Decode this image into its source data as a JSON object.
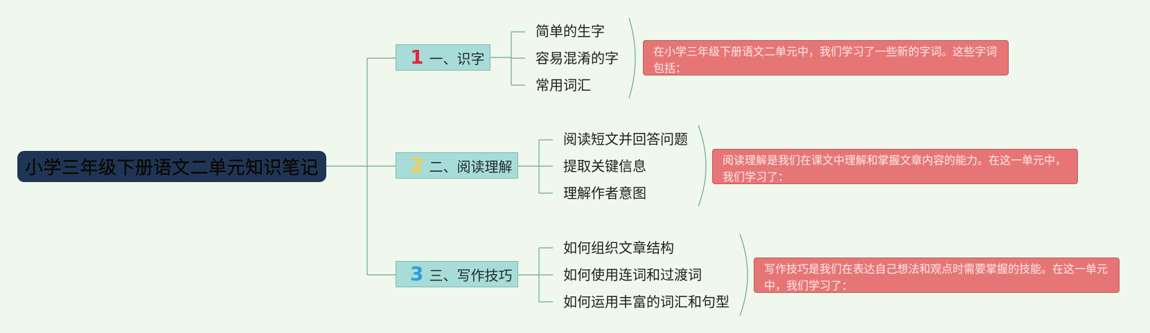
{
  "colors": {
    "background": "#f0f7ec",
    "root_fill": "#1f3556",
    "branch_fill": "#a8dcd8",
    "note_fill": "#e67676",
    "connector": "#6aa88f",
    "num1": "#e0283a",
    "num2": "#f2cf4a",
    "num3": "#2b9de0"
  },
  "root": {
    "title": "小学三年级下册语文二单元知识笔记"
  },
  "branches": [
    {
      "number": "1",
      "label": "一、识字",
      "items": [
        "简单的生字",
        "容易混淆的字",
        "常用词汇"
      ],
      "note": "在小学三年级下册语文二单元中，我们学习了一些新的字词。这些字词包括："
    },
    {
      "number": "2",
      "label": "二、阅读理解",
      "items": [
        "阅读短文并回答问题",
        "提取关键信息",
        "理解作者意图"
      ],
      "note": "阅读理解是我们在课文中理解和掌握文章内容的能力。在这一单元中，我们学习了："
    },
    {
      "number": "3",
      "label": "三、写作技巧",
      "items": [
        "如何组织文章结构",
        "如何使用连词和过渡词",
        "如何运用丰富的词汇和句型"
      ],
      "note": "写作技巧是我们在表达自己想法和观点时需要掌握的技能。在这一单元中，我们学习了："
    }
  ]
}
